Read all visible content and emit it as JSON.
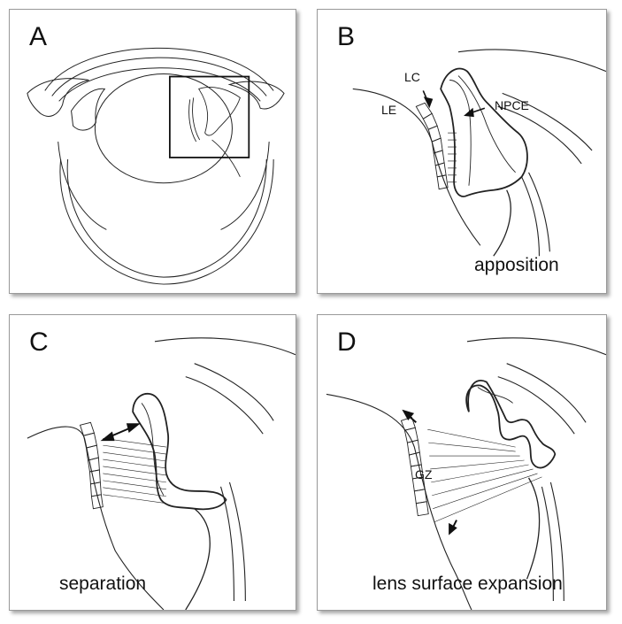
{
  "panels": [
    {
      "letter": "A",
      "caption": ""
    },
    {
      "letter": "B",
      "caption": "apposition",
      "labels": {
        "lc": "LC",
        "le": "LE",
        "npce": "NPCE"
      }
    },
    {
      "letter": "C",
      "caption": "separation"
    },
    {
      "letter": "D",
      "caption": "lens surface expansion",
      "labels": {
        "gz": "GZ"
      }
    }
  ]
}
